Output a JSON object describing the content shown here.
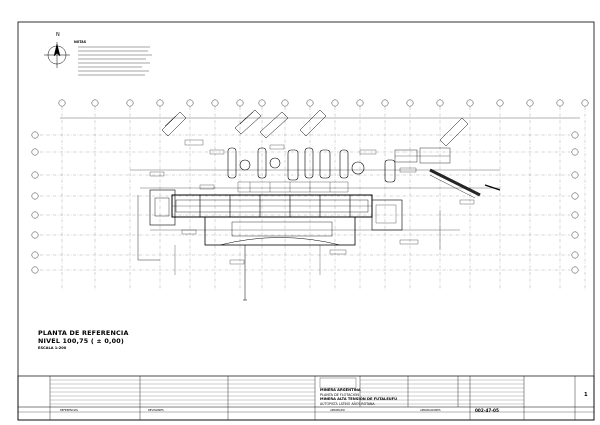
{
  "drawing": {
    "north_label": "N",
    "notes_title": "NOTAS",
    "title": "PLANTA DE REFERENCIA",
    "level": "NIVEL 100,75 ( ± 0,00)",
    "scale": "ESCALA 1:200"
  },
  "title_block": {
    "company_line1": "MINERA ARGENTINA",
    "company_line2": "PLANTA DE FLOTACIÓN",
    "company_line3": "MINERA ALTA TENSIÓN DE FUTALEUFÚ",
    "company_line4": "AUTOPISTA LATINO AÑOS ROTANA",
    "drawing_number": "002-47-05",
    "sheet_number": "1",
    "header_labels": [
      "REFERENCIAS",
      "REVISIONES",
      "APROBADO",
      "APROBACIONES"
    ]
  }
}
